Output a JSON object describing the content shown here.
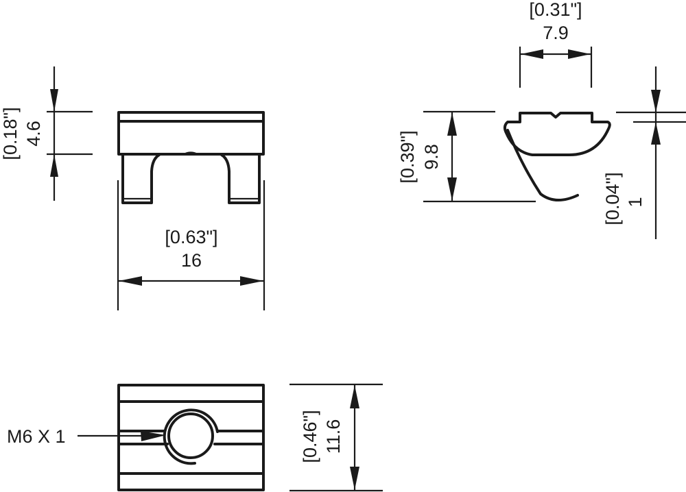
{
  "dimensions": {
    "front_width": {
      "inch": "[0.63\"]",
      "mm": "16"
    },
    "front_height": {
      "inch": "[0.18\"]",
      "mm": "4.6"
    },
    "side_top_width": {
      "inch": "[0.31\"]",
      "mm": "7.9"
    },
    "side_height": {
      "inch": "[0.39\"]",
      "mm": "9.8"
    },
    "side_thickness": {
      "inch": "[0.04\"]",
      "mm": "1"
    },
    "bottom_depth": {
      "inch": "[0.46\"]",
      "mm": "11.6"
    }
  },
  "thread_callout": "M6 X 1",
  "line_color": "#1a1a1a"
}
